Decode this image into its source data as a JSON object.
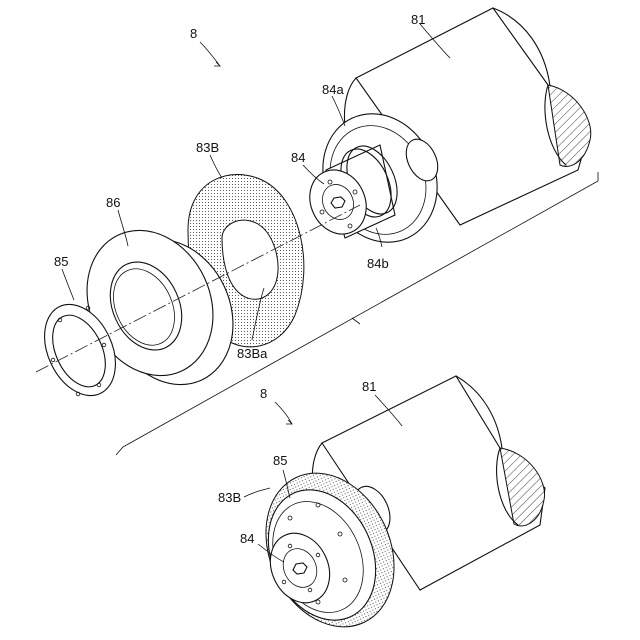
{
  "figure": {
    "upper": {
      "assembly_label": "8",
      "labels": {
        "motor": "81",
        "flange_a": "84a",
        "hub": "84",
        "flange_b": "84b",
        "friction_disc": "83B",
        "friction_disc_hole": "83Ba",
        "pressure_ring": "86",
        "retaining_ring": "85"
      }
    },
    "lower": {
      "assembly_label": "8",
      "labels": {
        "motor": "81",
        "retaining_ring": "85",
        "friction_disc": "83B",
        "hub": "84"
      }
    }
  }
}
